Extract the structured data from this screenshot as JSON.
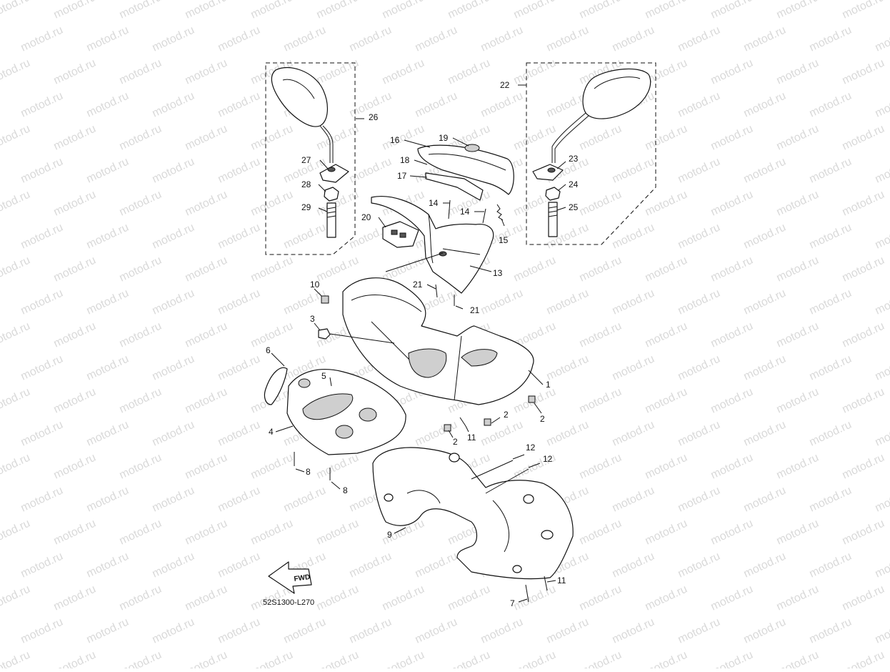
{
  "watermark": "motod.ru",
  "diagram_code": "52S1300-L270",
  "fwd_label": "FWD",
  "callouts": [
    {
      "id": "c1",
      "text": "1"
    },
    {
      "id": "c2a",
      "text": "2"
    },
    {
      "id": "c2b",
      "text": "2"
    },
    {
      "id": "c2c",
      "text": "2"
    },
    {
      "id": "c3",
      "text": "3"
    },
    {
      "id": "c4",
      "text": "4"
    },
    {
      "id": "c5",
      "text": "5"
    },
    {
      "id": "c6",
      "text": "6"
    },
    {
      "id": "c7",
      "text": "7"
    },
    {
      "id": "c8a",
      "text": "8"
    },
    {
      "id": "c8b",
      "text": "8"
    },
    {
      "id": "c9",
      "text": "9"
    },
    {
      "id": "c10",
      "text": "10"
    },
    {
      "id": "c11a",
      "text": "11"
    },
    {
      "id": "c11b",
      "text": "11"
    },
    {
      "id": "c12a",
      "text": "12"
    },
    {
      "id": "c12b",
      "text": "12"
    },
    {
      "id": "c13",
      "text": "13"
    },
    {
      "id": "c14a",
      "text": "14"
    },
    {
      "id": "c14b",
      "text": "14"
    },
    {
      "id": "c15",
      "text": "15"
    },
    {
      "id": "c16",
      "text": "16"
    },
    {
      "id": "c17",
      "text": "17"
    },
    {
      "id": "c18",
      "text": "18"
    },
    {
      "id": "c19",
      "text": "19"
    },
    {
      "id": "c20",
      "text": "20"
    },
    {
      "id": "c21a",
      "text": "21"
    },
    {
      "id": "c21b",
      "text": "21"
    },
    {
      "id": "c22",
      "text": "22"
    },
    {
      "id": "c23",
      "text": "23"
    },
    {
      "id": "c24",
      "text": "24"
    },
    {
      "id": "c25",
      "text": "25"
    },
    {
      "id": "c26",
      "text": "26"
    },
    {
      "id": "c27",
      "text": "27"
    },
    {
      "id": "c28",
      "text": "28"
    },
    {
      "id": "c29",
      "text": "29"
    }
  ]
}
